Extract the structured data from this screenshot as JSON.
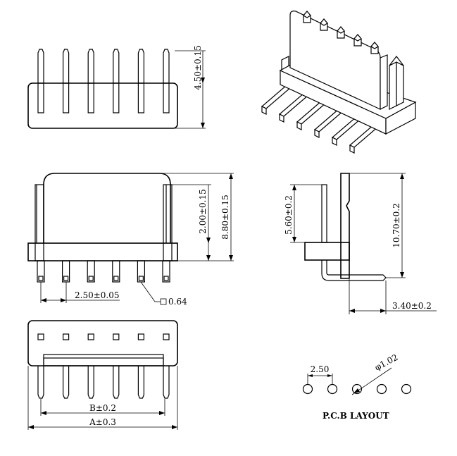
{
  "dimensions": {
    "top_height": "4.50±0.15",
    "body_height": "2.00±0.15",
    "total_height": "8.80±0.15",
    "pitch": "2.50±0.05",
    "pin_square": "0.64",
    "side_height": "5.60±0.2",
    "side_total": "10.70±0.2",
    "side_offset": "3.40±0.2",
    "dim_b": "B±0.2",
    "dim_a": "A±0.3",
    "pcb_pitch": "2.50",
    "pcb_hole": "φ1.02"
  },
  "pcb_layout_label": "P.C.B LAYOUT",
  "pin_count": 6
}
